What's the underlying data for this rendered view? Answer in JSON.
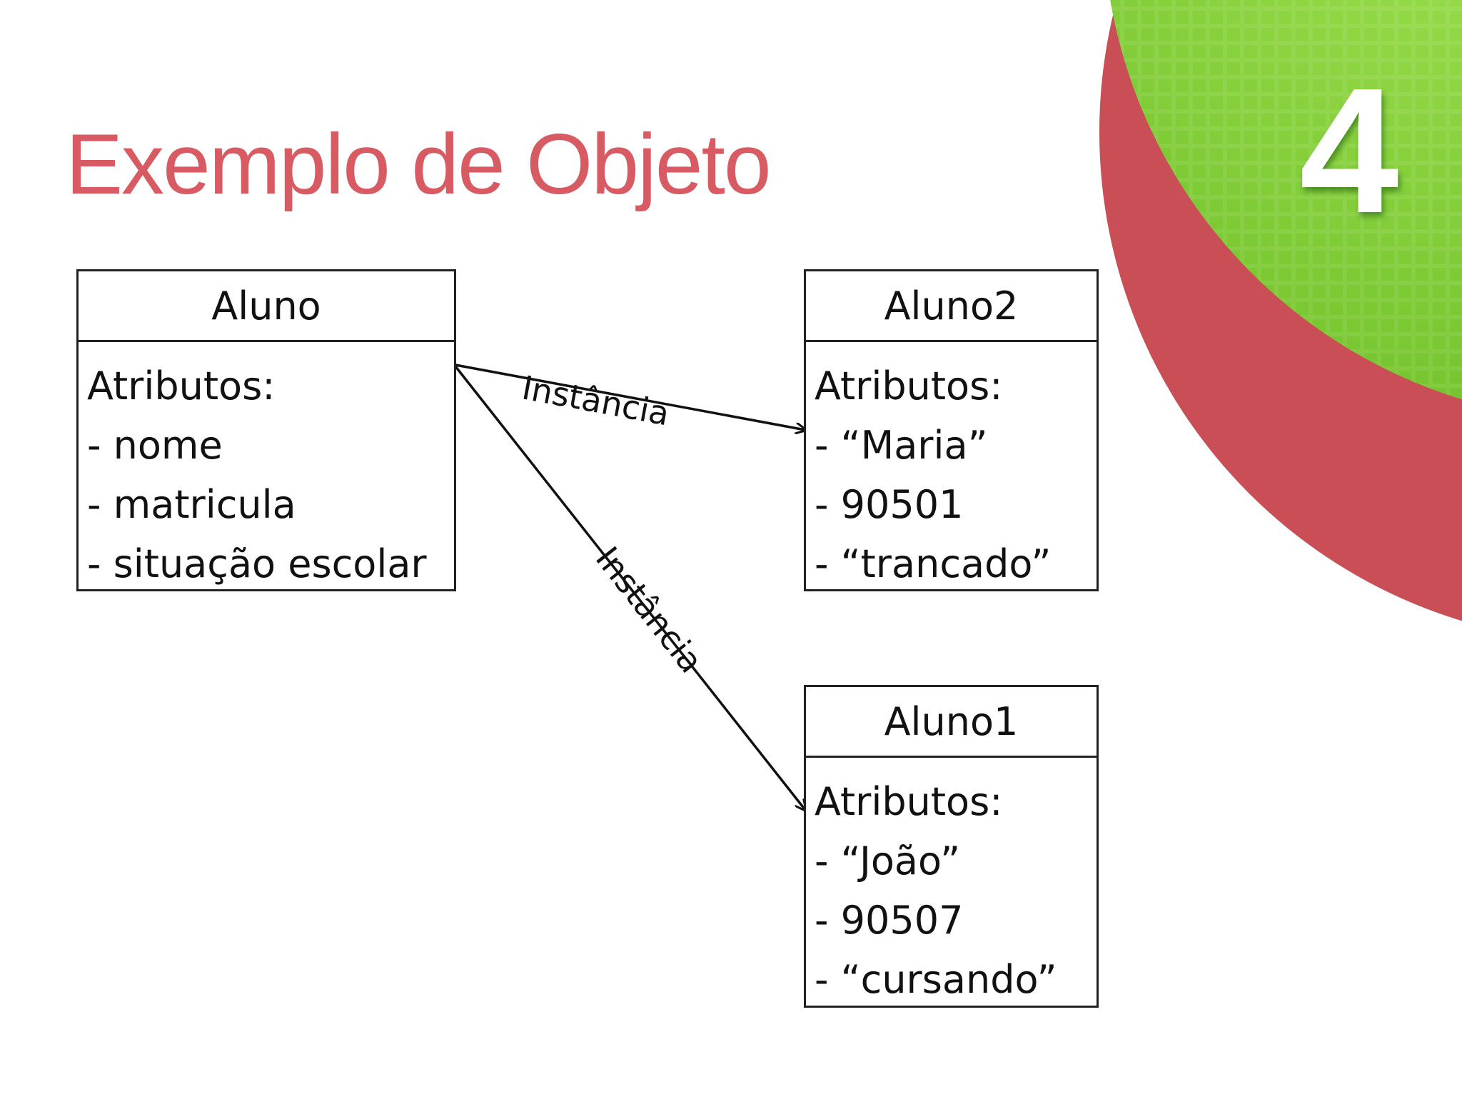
{
  "slide": {
    "title": "Exemplo de Objeto",
    "number": "4",
    "colors": {
      "title": "#d85a62",
      "green": "#7cc93a",
      "red_ring": "#c94e55"
    }
  },
  "classes": [
    {
      "id": "aluno",
      "name": "Aluno",
      "lines": [
        "Atributos:",
        "- nome",
        "- matricula",
        "- situação escolar"
      ]
    },
    {
      "id": "aluno2",
      "name": "Aluno2",
      "lines": [
        "Atributos:",
        "- “Maria”",
        "- 90501",
        "- “trancado”"
      ]
    },
    {
      "id": "aluno1",
      "name": "Aluno1",
      "lines": [
        "Atributos:",
        "- “João”",
        "- 90507",
        "- “cursando”"
      ]
    }
  ],
  "relations": [
    {
      "from": "aluno",
      "to": "aluno2",
      "label": "Instância"
    },
    {
      "from": "aluno",
      "to": "aluno1",
      "label": "Instância"
    }
  ]
}
